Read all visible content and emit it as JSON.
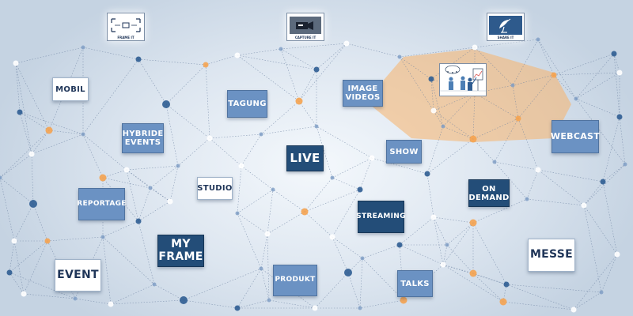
{
  "icons": {
    "frame_it": {
      "caption": "FRAME IT",
      "icon": "viewfinder-icon"
    },
    "capture_it": {
      "caption": "CAPTURE IT",
      "icon": "video-camera-icon"
    },
    "share_it": {
      "caption": "SHARE IT",
      "icon": "satellite-dish-icon"
    }
  },
  "labels": {
    "mobil": "MOBIL",
    "tagung": "TAGUNG",
    "image_videos": "IMAGE VIDEOS",
    "hybride_events": "HYBRIDE EVENTS",
    "live": "LIVE",
    "show": "SHOW",
    "webcast": "WEBCAST",
    "studio": "STUDIO",
    "reportage": "REPORTAGE",
    "on_demand": "ON DEMAND",
    "streaming": "STREAMING",
    "my_frame": "MY FRAME",
    "messe": "MESSE",
    "event": "EVENT",
    "produkt": "PRODUKT",
    "talks": "TALKS"
  },
  "colors": {
    "tile_dark": "#234d78",
    "tile_mid": "#6b92c3",
    "tile_light": "#ffffff",
    "node_orange": "#f5a350",
    "node_blue": "#2f5d92",
    "highlight": "#f7b36a"
  }
}
